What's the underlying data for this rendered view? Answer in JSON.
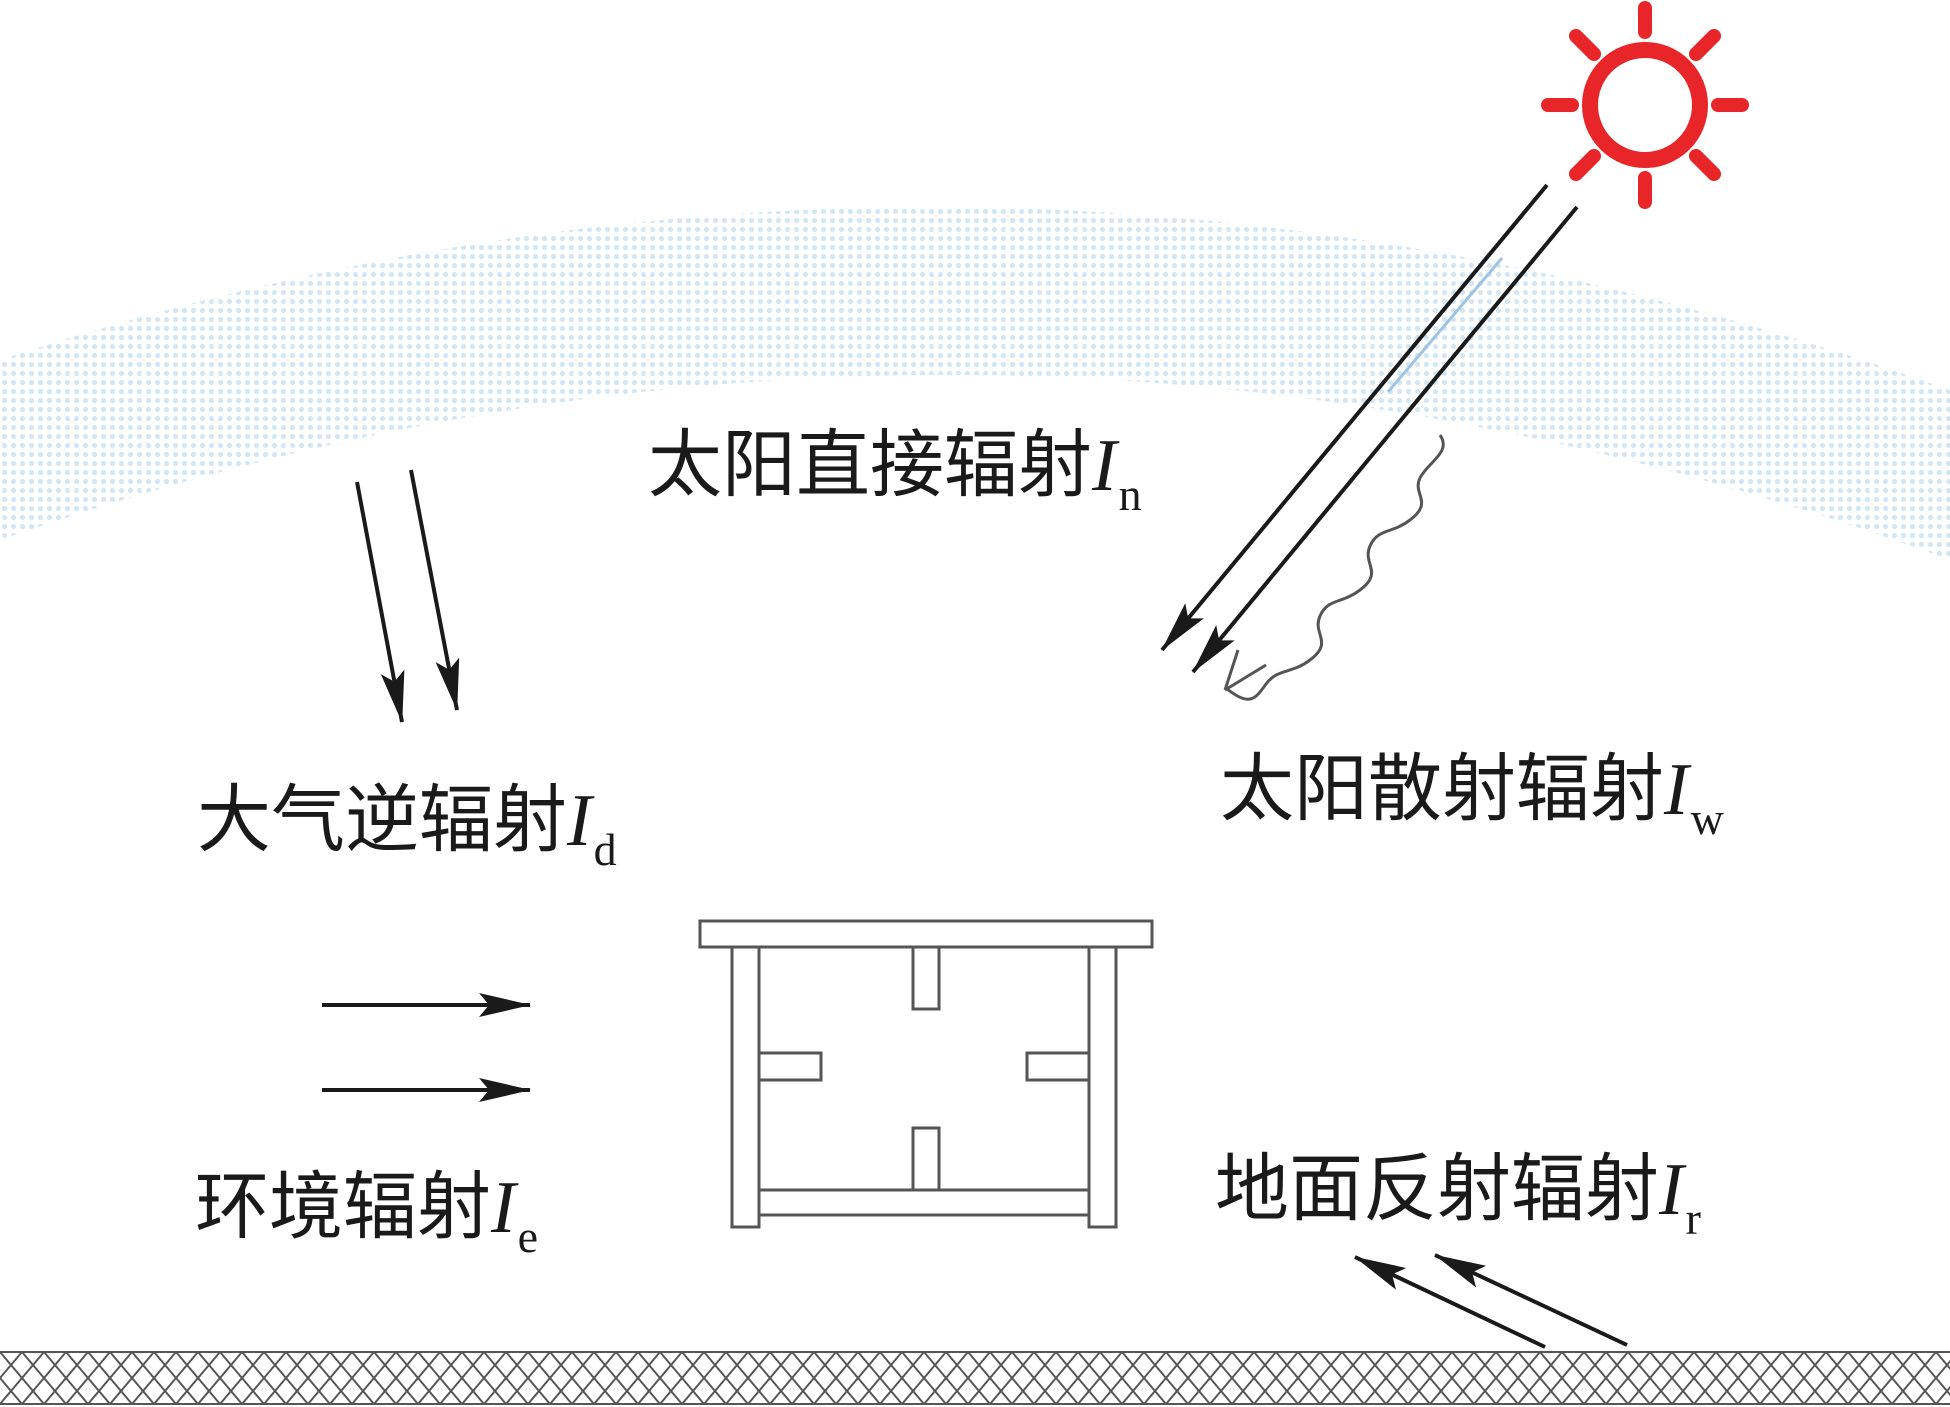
{
  "labels": {
    "direct": {
      "text": "太阳直接辐射",
      "symbol": "I",
      "subscript": "n"
    },
    "scattered": {
      "text": "太阳散射辐射",
      "symbol": "I",
      "subscript": "w"
    },
    "atmos": {
      "text": "大气逆辐射",
      "symbol": "I",
      "subscript": "d"
    },
    "env": {
      "text": "环境辐射",
      "symbol": "I",
      "subscript": "e"
    },
    "ground": {
      "text": "地面反射辐射",
      "symbol": "I",
      "subscript": "r"
    }
  },
  "colors": {
    "sun": "#e8262a",
    "atmosphere": "#cfe3f2",
    "arrow": "#1a1a1a",
    "structure": "#555555"
  },
  "icons": {
    "sun": "sun-icon",
    "ground": "ground-hatch"
  }
}
